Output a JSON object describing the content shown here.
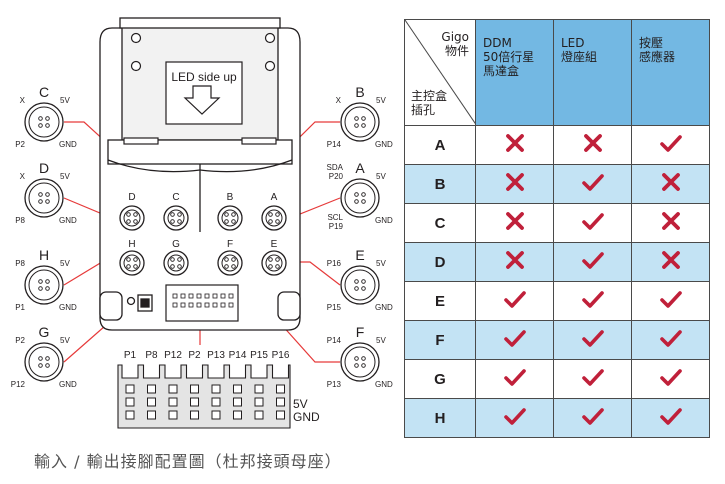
{
  "diagram": {
    "side_label": "LED side up",
    "connectors": [
      {
        "letter": "C",
        "left": "X",
        "right": "5V",
        "bottom_left": "P2",
        "bottom_right": "GND"
      },
      {
        "letter": "D",
        "left": "X",
        "right": "5V",
        "bottom_left": "P8",
        "bottom_right": "GND"
      },
      {
        "letter": "H",
        "left": "P8",
        "right": "5V",
        "bottom_left": "P1",
        "bottom_right": "GND"
      },
      {
        "letter": "G",
        "left": "P2",
        "right": "5V",
        "bottom_left": "P12",
        "bottom_right": "GND"
      },
      {
        "letter": "B",
        "left": "X",
        "right": "5V",
        "bottom_left": "P14",
        "bottom_right": "GND"
      },
      {
        "letter": "A",
        "left": "SDA P20",
        "right": "5V",
        "bottom_left": "SCL P19",
        "bottom_right": "GND"
      },
      {
        "letter": "E",
        "left": "P16",
        "right": "5V",
        "bottom_left": "P15",
        "bottom_right": "GND"
      },
      {
        "letter": "F",
        "left": "P14",
        "right": "5V",
        "bottom_left": "P13",
        "bottom_right": "GND"
      }
    ],
    "board_ports_top": [
      "D",
      "C",
      "B",
      "A"
    ],
    "board_ports_bottom": [
      "H",
      "G",
      "F",
      "E"
    ],
    "header_pins": [
      "P1",
      "P8",
      "P12",
      "P2",
      "P13",
      "P14",
      "P15",
      "P16"
    ],
    "header_row_labels": [
      "5V",
      "GND"
    ],
    "caption": "輸入 / 輸出接腳配置圖（杜邦接頭母座）",
    "colors": {
      "outline": "#231f20",
      "wire": "#e63a3a",
      "board_fill": "#ffffff",
      "panel_fill": "#f2f2f2"
    }
  },
  "table": {
    "corner_top": "Gigo\n物件",
    "corner_bottom": "主控盒\n插孔",
    "columns": [
      "DDM\n50倍行星\n馬達盒",
      "LED\n燈座組",
      "按壓\n感應器"
    ],
    "header_color": "#73b8e3",
    "alt_row_color": "#c3e3f4",
    "check_color": "#c0203a",
    "rows": [
      {
        "label": "A",
        "marks": [
          "x",
          "x",
          "check"
        ]
      },
      {
        "label": "B",
        "marks": [
          "x",
          "check",
          "x"
        ]
      },
      {
        "label": "C",
        "marks": [
          "x",
          "check",
          "x"
        ]
      },
      {
        "label": "D",
        "marks": [
          "x",
          "check",
          "x"
        ]
      },
      {
        "label": "E",
        "marks": [
          "check",
          "check",
          "check"
        ]
      },
      {
        "label": "F",
        "marks": [
          "check",
          "check",
          "check"
        ]
      },
      {
        "label": "G",
        "marks": [
          "check",
          "check",
          "check"
        ]
      },
      {
        "label": "H",
        "marks": [
          "check",
          "check",
          "check"
        ]
      }
    ]
  }
}
